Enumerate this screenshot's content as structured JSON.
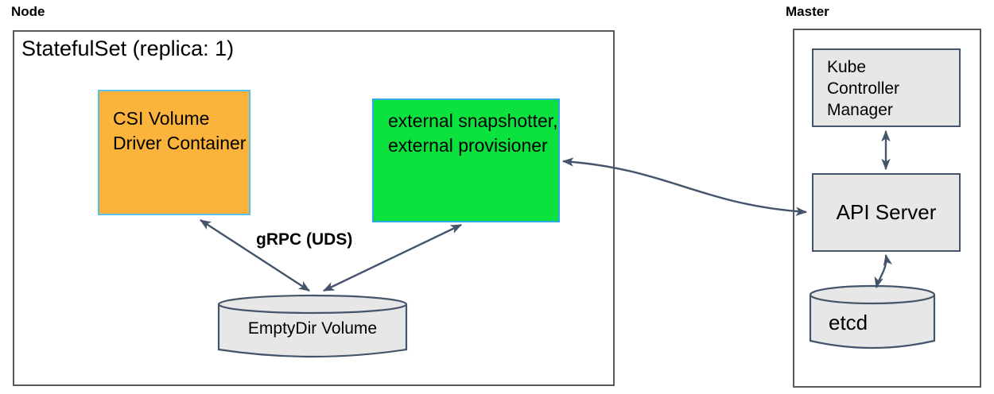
{
  "node": {
    "label": "Node",
    "statefulset_title": "StatefulSet (replica: 1)",
    "csi_container_label": "CSI Volume Driver Container",
    "sidecar_label": "external snapshotter, external provisioner",
    "grpc_label": "gRPC (UDS)",
    "emptydir_label": "EmptyDir Volume"
  },
  "master": {
    "label": "Master",
    "kube_controller_manager_label": "Kube Controller Manager",
    "api_server_label": "API Server",
    "etcd_label": "etcd"
  },
  "colors": {
    "csi_fill": "#FBB43B",
    "csi_border": "#55C1E9",
    "external_fill": "#0CE23E",
    "external_border": "#2FA9E1",
    "gray_fill": "#E8E7E7",
    "shape_border": "#44546A",
    "outer_border": "#595959",
    "arrow_color": "#44546A",
    "text_color": "#000000"
  }
}
